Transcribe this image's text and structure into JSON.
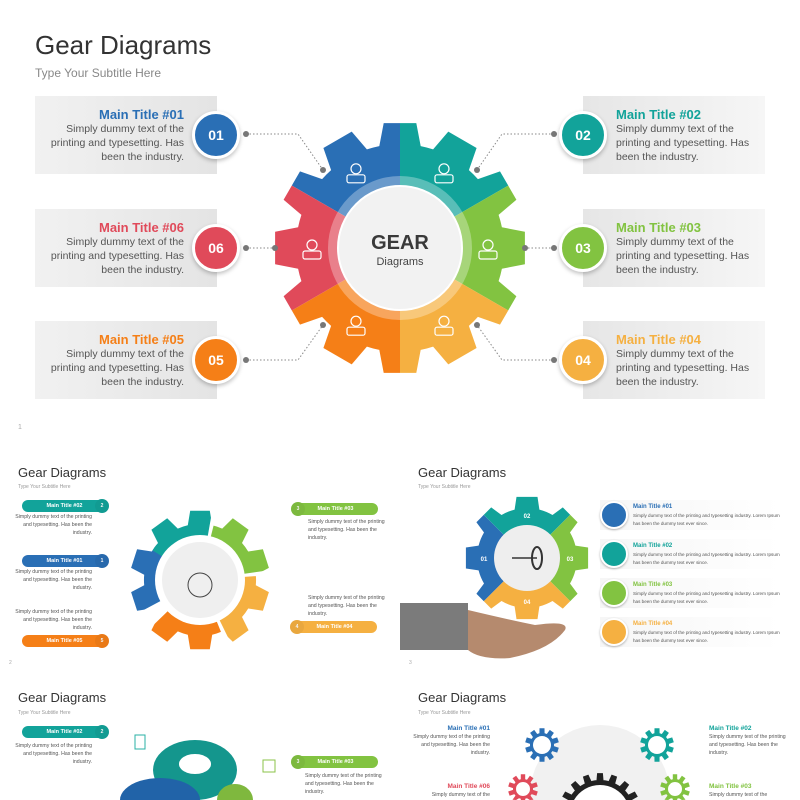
{
  "slide1": {
    "title": "Gear Diagrams",
    "subtitle": "Type Your Subtitle Here",
    "page": "1",
    "center": {
      "title": "GEAR",
      "subtitle": "Diagrams"
    },
    "items": [
      {
        "num": "01",
        "title": "Main Title #01",
        "text": "Simply dummy text of the printing and typesetting. Has been the industry.",
        "color": "#2a6fb5",
        "icon": "presenter-podium-icon"
      },
      {
        "num": "02",
        "title": "Main Title #02",
        "text": "Simply dummy text of the printing and typesetting. Has been the industry.",
        "color": "#12a39a",
        "icon": "globe-plant-icon"
      },
      {
        "num": "03",
        "title": "Main Title #03",
        "text": "Simply dummy text of the printing and typesetting. Has been the industry.",
        "color": "#82c341",
        "icon": "team-hands-icon"
      },
      {
        "num": "04",
        "title": "Main Title #04",
        "text": "Simply dummy text of the printing and typesetting. Has been the industry.",
        "color": "#f5b041",
        "icon": "circuit-gear-icon"
      },
      {
        "num": "05",
        "title": "Main Title #05",
        "text": "Simply dummy text of the printing and typesetting. Has been the industry.",
        "color": "#f57f17",
        "icon": "hand-plant-icon"
      },
      {
        "num": "06",
        "title": "Main Title #06",
        "text": "Simply dummy text of the printing and typesetting. Has been the industry.",
        "color": "#e04a5a",
        "icon": "scales-icon"
      }
    ]
  },
  "slide2": {
    "title": "Gear Diagrams",
    "subtitle": "Type Your Subtitle Here",
    "page": "2",
    "items": [
      {
        "num": "1",
        "title": "Main Title #01",
        "text": "Simply dummy text of the printing and typesetting. Has been the industry."
      },
      {
        "num": "2",
        "title": "Main Title #02",
        "text": "Simply dummy text of the printing and typesetting. Has been the industry."
      },
      {
        "num": "3",
        "title": "Main Title #03",
        "text": "Simply dummy text of the printing and typesetting. Has been the industry."
      },
      {
        "num": "4",
        "title": "Main Title #04",
        "text": "Simply dummy text of the printing and typesetting. Has been the industry."
      },
      {
        "num": "5",
        "title": "Main Title #05",
        "text": "Simply dummy text of the printing and typesetting. Has been the industry."
      }
    ]
  },
  "slide3": {
    "title": "Gear Diagrams",
    "subtitle": "Type Your Subtitle Here",
    "page": "3",
    "segments": [
      "01",
      "02",
      "03",
      "04"
    ],
    "items": [
      {
        "title": "Main Title #01",
        "text": "Simply dummy text of the printing and typesetting industry. Lorem Ipsum has been the dummy text ever since."
      },
      {
        "title": "Main Title #02",
        "text": "Simply dummy text of the printing and typesetting industry. Lorem Ipsum has been the dummy text ever since."
      },
      {
        "title": "Main Title #03",
        "text": "Simply dummy text of the printing and typesetting industry. Lorem Ipsum has been the dummy text ever since."
      },
      {
        "title": "Main Title #04",
        "text": "Simply dummy text of the printing and typesetting industry. Lorem Ipsum has been the dummy text ever since."
      }
    ]
  },
  "slide4": {
    "title": "Gear Diagrams",
    "subtitle": "Type Your Subtitle Here",
    "items": [
      {
        "num": "2",
        "title": "Main Title #02",
        "text": "Simply dummy text of the printing and typesetting. Has been the industry."
      },
      {
        "num": "3",
        "title": "Main Title #03",
        "text": "Simply dummy text of the printing and typesetting. Has been the industry."
      }
    ]
  },
  "slide5": {
    "title": "Gear Diagrams",
    "subtitle": "Type Your Subtitle Here",
    "items": [
      {
        "title": "Main Title #01",
        "text": "Simply dummy text of the printing and typesetting. Has been the industry."
      },
      {
        "title": "Main Title #02",
        "text": "Simply dummy text of the printing and typesetting. Has been the industry."
      },
      {
        "title": "Main Title #06",
        "text": "Simply dummy text of the"
      },
      {
        "title": "Main Title #03",
        "text": "Simply dummy text of the"
      }
    ]
  }
}
